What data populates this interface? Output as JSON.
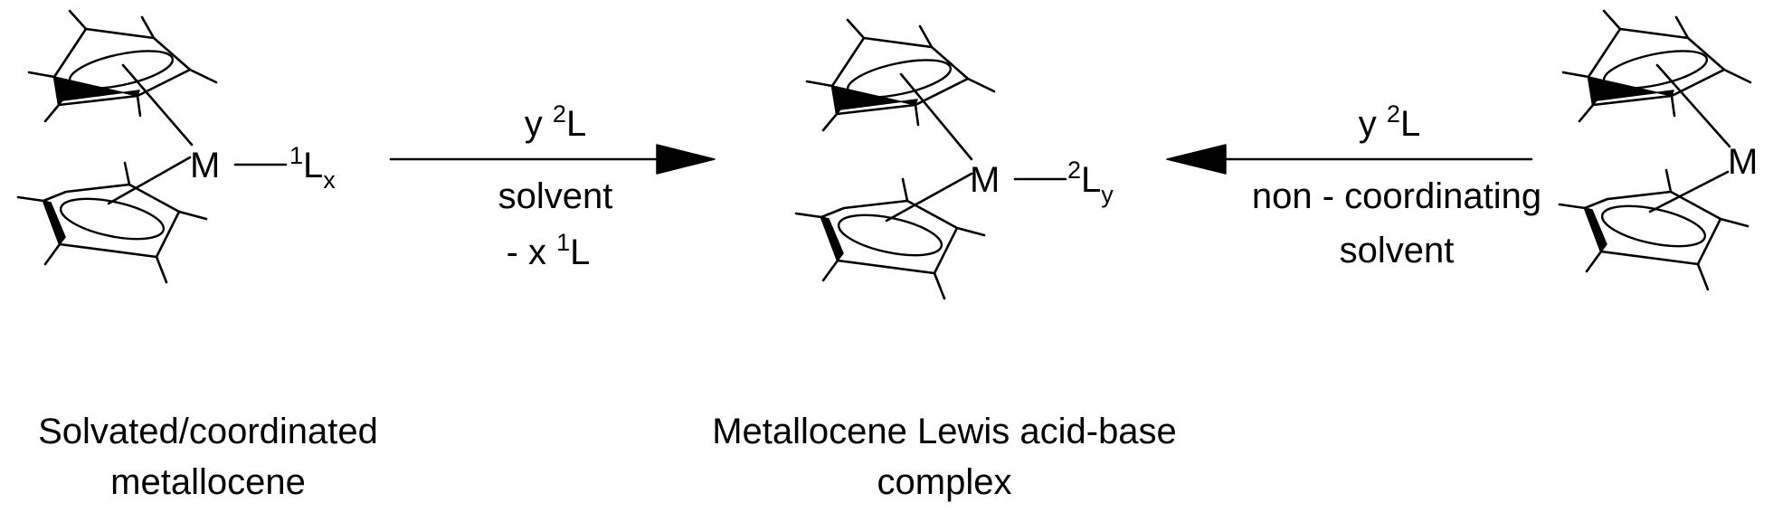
{
  "scheme": {
    "left": {
      "metal": "M",
      "ligand_sup": "1",
      "ligand": "L",
      "ligand_sub": "x",
      "caption_line1": "Solvated/coordinated",
      "caption_line2": "metallocene"
    },
    "center": {
      "metal": "M",
      "ligand_sup": "2",
      "ligand": "L",
      "ligand_sub": "y",
      "caption_line1": "Metallocene Lewis acid-base",
      "caption_line2": "complex"
    },
    "right": {
      "metal": "M"
    },
    "arrow_forward": {
      "above_prefix": "y ",
      "above_sup": "2",
      "above_main": "L",
      "below_line1": "solvent",
      "below_line2_prefix": "- x ",
      "below_line2_sup": "1",
      "below_line2_main": "L"
    },
    "arrow_reverse": {
      "above_prefix": "y ",
      "above_sup": "2",
      "above_main": "L",
      "below_line1": "non - coordinating",
      "below_line2": "solvent"
    }
  }
}
